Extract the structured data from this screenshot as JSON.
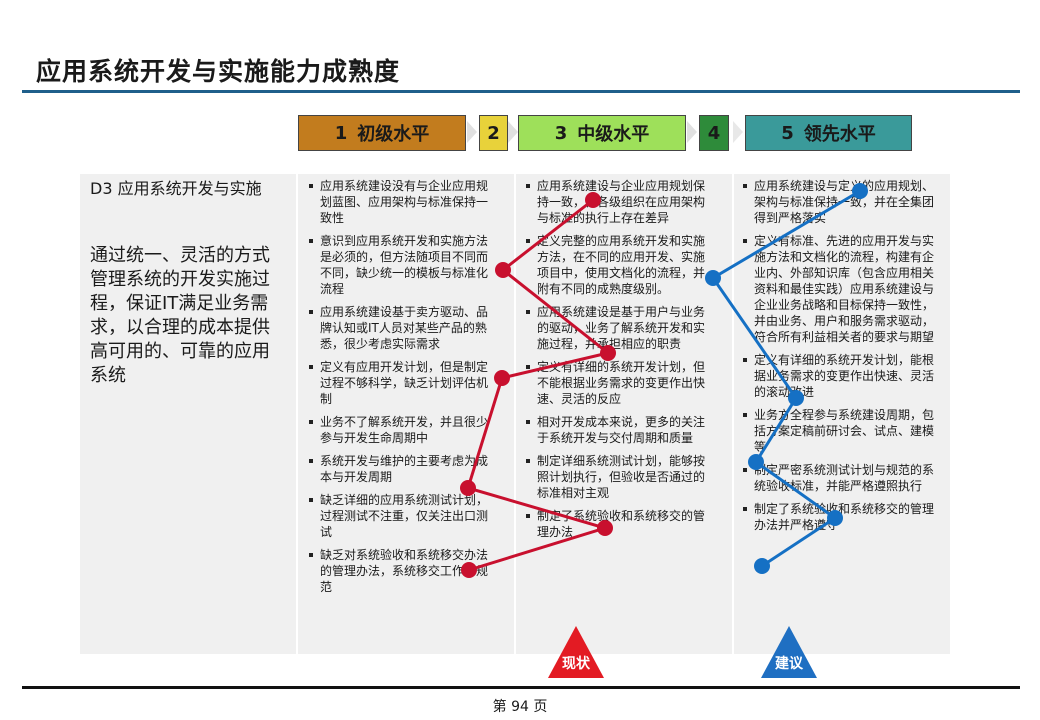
{
  "title": "应用系统开发与实施能力成熟度",
  "levels": [
    {
      "num": "1",
      "label": "初级水平",
      "color": "#c27c1e"
    },
    {
      "num": "2",
      "label": "",
      "color": "#e8d23a"
    },
    {
      "num": "3",
      "label": "中级水平",
      "color": "#9ee05a"
    },
    {
      "num": "4",
      "label": "",
      "color": "#2e8b3a"
    },
    {
      "num": "5",
      "label": "领先水平",
      "color": "#3a9a9a"
    }
  ],
  "left": {
    "heading": "D3 应用系统开发与实施",
    "description": "通过统一、灵活的方式管理系统的开发实施过程，保证IT满足业务需求，以合理的成本提供高可用的、可靠的应用系统"
  },
  "columns": {
    "level1": [
      "应用系统建设没有与企业应用规划蓝图、应用架构与标准保持一致性",
      "意识到应用系统开发和实施方法是必须的，但方法随项目不同而不同，缺少统一的模板与标准化流程",
      "应用系统建设基于卖方驱动、品牌认知或IT人员对某些产品的熟悉，很少考虑实际需求",
      "定义有应用开发计划，但是制定过程不够科学，缺乏计划评估机制",
      "业务不了解系统开发，并且很少参与开发生命周期中",
      "系统开发与维护的主要考虑为成本与开发周期",
      "缺乏详细的应用系统测试计划，过程测试不注重，仅关注出口测试",
      "缺乏对系统验收和系统移交办法的管理办法，系统移交工作不规范"
    ],
    "level3": [
      "应用系统建设与企业应用规划保持一致，但各级组织在应用架构与标准的执行上存在差异",
      "定义完整的应用系统开发和实施方法，在不同的应用开发、实施项目中，使用文档化的流程，并附有不同的成熟度级别。",
      "应用系统建设是基于用户与业务的驱动，业务了解系统开发和实施过程，并承担相应的职责",
      "定义有详细的系统开发计划，但不能根据业务需求的变更作出快速、灵活的反应",
      "相对开发成本来说，更多的关注于系统开发与交付周期和质量",
      "制定详细系统测试计划，能够按照计划执行，但验收是否通过的标准相对主观",
      "制定了系统验收和系统移交的管理办法"
    ],
    "level5": [
      "应用系统建设与定义的应用规划、架构与标准保持一致，并在全集团得到严格落实",
      "定义有标准、先进的应用开发与实施方法和文档化的流程，构建有企业内、外部知识库（包含应用相关资料和最佳实践）应用系统建设与企业业务战略和目标保持一致性，并由业务、用户和服务需求驱动，符合所有利益相关者的要求与期望",
      "定义有详细的系统开发计划，能根据业务需求的变更作出快速、灵活的滚动改进",
      "业务方全程参与系统建设周期，包括方案定稿前研讨会、试点、建模等",
      "制定严密系统测试计划与规范的系统验收标准，并能严格遵照执行",
      "制定了系统验收和系统移交的管理办法并严格遵守"
    ]
  },
  "markers": {
    "current": "现状",
    "recommend": "建议"
  },
  "colors": {
    "current": "#c8102e",
    "recommend": "#1570c4",
    "rule": "#1f5f8b"
  },
  "page": "第 94 页"
}
